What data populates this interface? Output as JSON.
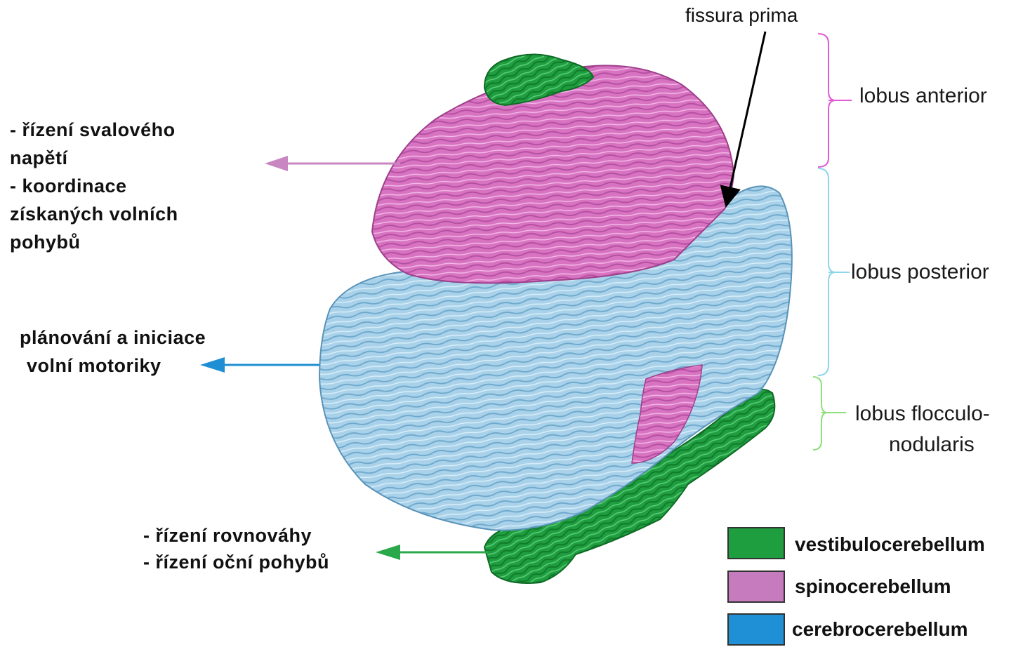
{
  "colors": {
    "vestibulo": "#1e9e3f",
    "vestibulo_dark": "#137a2c",
    "spino": "#d873c2",
    "spino_dark": "#b54fa0",
    "cerebro": "#a9d2ea",
    "cerebro_dark": "#6fa9cc",
    "brace_anterior": "#e05ad6",
    "brace_posterior": "#8fd5ea",
    "brace_flocculo": "#8ee07a",
    "arrow_spino": "#c987c2",
    "arrow_cerebro": "#1e8fd4",
    "arrow_vestibulo": "#2aa84a"
  },
  "labels": {
    "fissura": "fissura prima",
    "lobus_anterior": "lobus anterior",
    "lobus_posterior": "lobus posterior",
    "lobus_flocculo_1": "lobus flocculo-",
    "lobus_flocculo_2": "nodularis"
  },
  "functions": {
    "spino": [
      "- řízení svalového",
      "napětí",
      "- koordinace",
      "získaných volních",
      "pohybů"
    ],
    "cerebro": [
      "plánování a iniciace",
      "volní motoriky"
    ],
    "vestibulo": [
      "- řízení rovnováhy",
      "- řízení oční pohybů"
    ]
  },
  "legend": [
    {
      "label": "vestibulocerebellum",
      "color": "#1e9e3f"
    },
    {
      "label": "spinocerebellum",
      "color": "#c77bbf"
    },
    {
      "label": "cerebrocerebellum",
      "color": "#1f8fd6"
    }
  ]
}
